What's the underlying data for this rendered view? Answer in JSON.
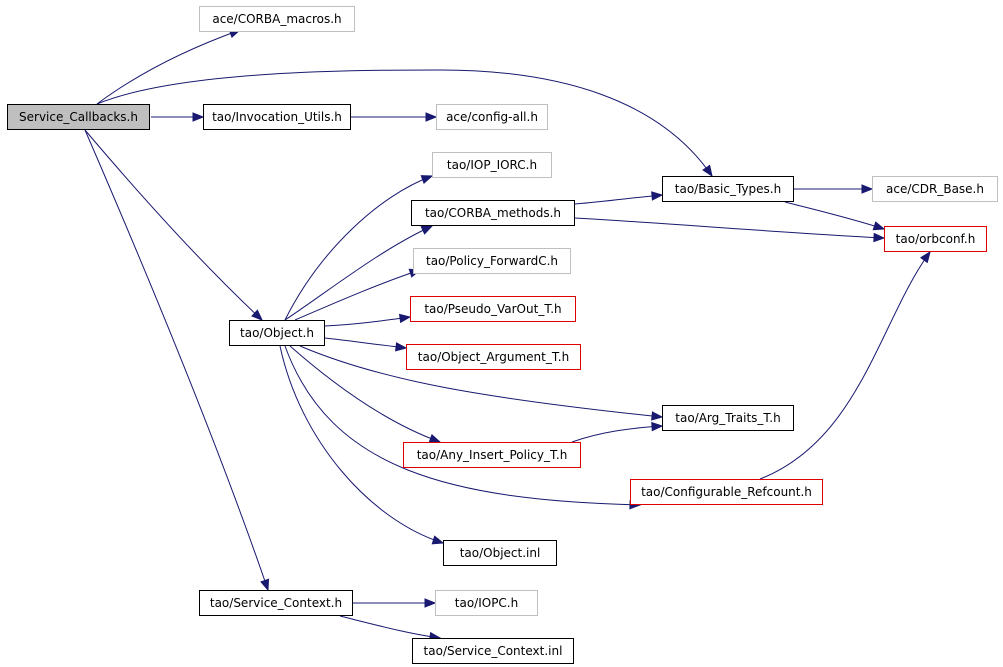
{
  "graph": {
    "edge_color": "#191970",
    "root": {
      "label": "Service_Callbacks.h",
      "fill": "#bfbfbf"
    },
    "border_legend": {
      "complete": "#000000",
      "missing": "#bfbfbf",
      "truncated": "#e00000"
    },
    "nodes": [
      {
        "id": "service_callbacks",
        "label": "Service_Callbacks.h",
        "style": "root"
      },
      {
        "id": "corba_macros",
        "label": "ace/CORBA_macros.h",
        "style": "missing"
      },
      {
        "id": "invocation_utils",
        "label": "tao/Invocation_Utils.h",
        "style": "complete"
      },
      {
        "id": "config_all",
        "label": "ace/config-all.h",
        "style": "missing"
      },
      {
        "id": "iop_iorc",
        "label": "tao/IOP_IORC.h",
        "style": "missing"
      },
      {
        "id": "basic_types",
        "label": "tao/Basic_Types.h",
        "style": "complete"
      },
      {
        "id": "cdr_base",
        "label": "ace/CDR_Base.h",
        "style": "missing"
      },
      {
        "id": "corba_methods",
        "label": "tao/CORBA_methods.h",
        "style": "complete"
      },
      {
        "id": "orbconf",
        "label": "tao/orbconf.h",
        "style": "truncated"
      },
      {
        "id": "policy_forwardc",
        "label": "tao/Policy_ForwardC.h",
        "style": "missing"
      },
      {
        "id": "object_h",
        "label": "tao/Object.h",
        "style": "complete"
      },
      {
        "id": "pseudo_varout",
        "label": "tao/Pseudo_VarOut_T.h",
        "style": "truncated"
      },
      {
        "id": "object_argument",
        "label": "tao/Object_Argument_T.h",
        "style": "truncated"
      },
      {
        "id": "arg_traits",
        "label": "tao/Arg_Traits_T.h",
        "style": "complete"
      },
      {
        "id": "any_insert_policy",
        "label": "tao/Any_Insert_Policy_T.h",
        "style": "truncated"
      },
      {
        "id": "configurable_refcount",
        "label": "tao/Configurable_Refcount.h",
        "style": "truncated"
      },
      {
        "id": "object_inl",
        "label": "tao/Object.inl",
        "style": "complete"
      },
      {
        "id": "service_context_h",
        "label": "tao/Service_Context.h",
        "style": "complete"
      },
      {
        "id": "iopc",
        "label": "tao/IOPC.h",
        "style": "missing"
      },
      {
        "id": "service_context_inl",
        "label": "tao/Service_Context.inl",
        "style": "complete"
      }
    ],
    "edges": [
      {
        "from": "service_callbacks",
        "to": "corba_macros"
      },
      {
        "from": "service_callbacks",
        "to": "basic_types"
      },
      {
        "from": "service_callbacks",
        "to": "invocation_utils"
      },
      {
        "from": "service_callbacks",
        "to": "object_h"
      },
      {
        "from": "service_callbacks",
        "to": "service_context_h"
      },
      {
        "from": "invocation_utils",
        "to": "config_all"
      },
      {
        "from": "corba_methods",
        "to": "basic_types"
      },
      {
        "from": "corba_methods",
        "to": "orbconf"
      },
      {
        "from": "basic_types",
        "to": "cdr_base"
      },
      {
        "from": "basic_types",
        "to": "orbconf"
      },
      {
        "from": "object_h",
        "to": "iop_iorc"
      },
      {
        "from": "object_h",
        "to": "corba_methods"
      },
      {
        "from": "object_h",
        "to": "policy_forwardc"
      },
      {
        "from": "object_h",
        "to": "pseudo_varout"
      },
      {
        "from": "object_h",
        "to": "object_argument"
      },
      {
        "from": "object_h",
        "to": "arg_traits"
      },
      {
        "from": "object_h",
        "to": "any_insert_policy"
      },
      {
        "from": "object_h",
        "to": "configurable_refcount"
      },
      {
        "from": "object_h",
        "to": "object_inl"
      },
      {
        "from": "any_insert_policy",
        "to": "arg_traits"
      },
      {
        "from": "configurable_refcount",
        "to": "orbconf"
      },
      {
        "from": "service_context_h",
        "to": "iopc"
      },
      {
        "from": "service_context_h",
        "to": "service_context_inl"
      }
    ]
  }
}
